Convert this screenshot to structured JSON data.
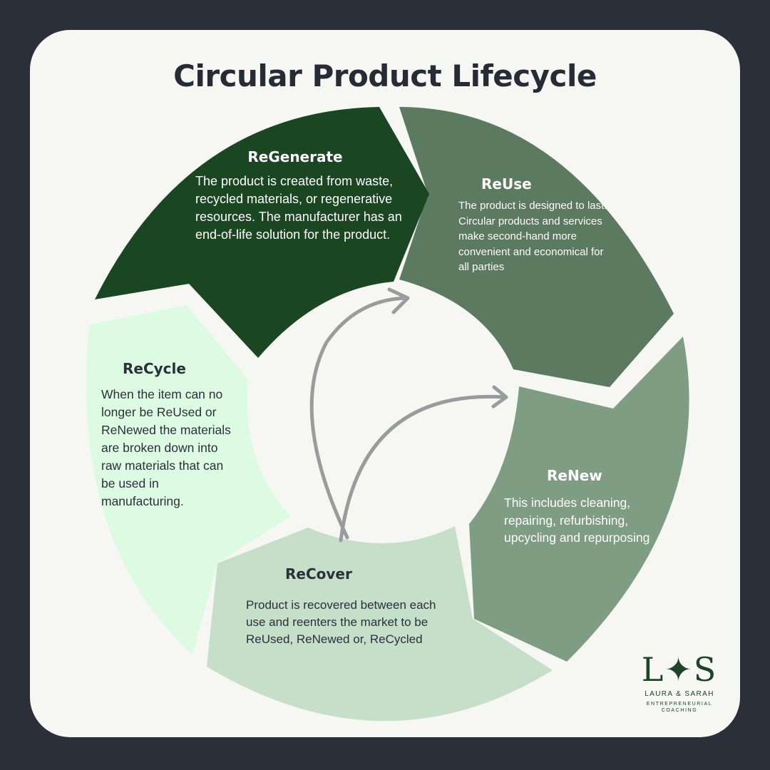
{
  "title": "Circular Product Lifecycle",
  "segments": {
    "regenerate": {
      "name": "ReGenerate",
      "text": "The product is created from waste, recycled materials, or regenerative resources. The manufacturer has an end-of-life solution for the product.",
      "color": "#1a4622"
    },
    "reuse": {
      "name": "ReUse",
      "text": "The product is designed to last. Circular products and services make second-hand more convenient and economical for all parties",
      "color": "#5b7a5f"
    },
    "renew": {
      "name": "ReNew",
      "text": "This includes cleaning, repairing, refurbishing, upcycling and repurposing",
      "color": "#7f9d83"
    },
    "recover": {
      "name": "ReCover",
      "text": "Product is recovered between each use and reenters the market to be ReUsed, ReNewed or, ReCycled",
      "color": "#c5dfc8"
    },
    "recycle": {
      "name": "ReCycle",
      "text": "When the item can no longer be ReUsed or ReNewed the materials are broken down into raw materials that can be used in manufacturing.",
      "color": "#ddfbe2"
    }
  },
  "arrow_color": "#9a9c9b",
  "logo": {
    "mark": "L✦S",
    "name": "LAURA & SARAH",
    "subtitle": "ENTREPRENEURIAL COACHING",
    "color": "#1e4427"
  }
}
